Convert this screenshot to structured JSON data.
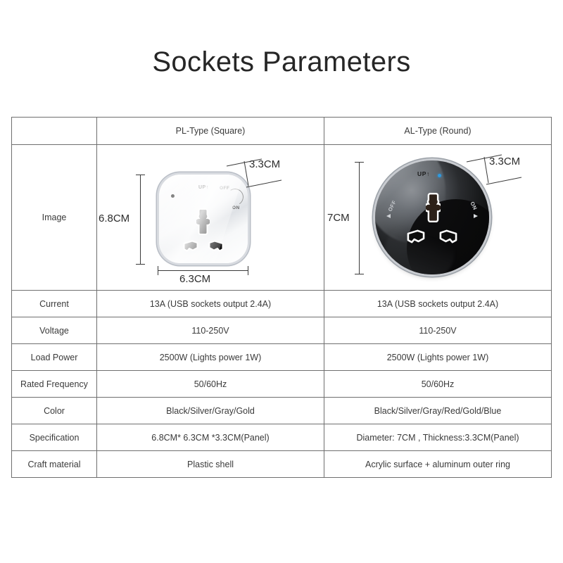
{
  "page": {
    "title": "Sockets Parameters",
    "background_color": "#ffffff",
    "text_color": "#333333"
  },
  "table": {
    "header": {
      "label_col": "",
      "pl_col": "PL-Type (Square)",
      "al_col": "AL-Type (Round)"
    },
    "rows": [
      {
        "label": "Image",
        "pl": "",
        "al": ""
      },
      {
        "label": "Current",
        "pl": "13A (USB sockets output 2.4A)",
        "al": "13A (USB sockets output 2.4A)"
      },
      {
        "label": "Voltage",
        "pl": "110-250V",
        "al": "110-250V"
      },
      {
        "label": "Load Power",
        "pl": "2500W (Lights power 1W)",
        "al": "2500W (Lights power 1W)"
      },
      {
        "label": "Rated Frequency",
        "pl": "50/60Hz",
        "al": "50/60Hz"
      },
      {
        "label": "Color",
        "pl": "Black/Silver/Gray/Gold",
        "al": "Black/Silver/Gray/Red/Gold/Blue"
      },
      {
        "label": "Specification",
        "pl": "6.8CM* 6.3CM *3.3CM(Panel)",
        "al": "Diameter: 7CM  , Thickness:3.3CM(Panel)"
      },
      {
        "label": "Craft material",
        "pl": "Plastic shell",
        "al": "Acrylic surface + aluminum outer ring"
      }
    ]
  },
  "pl_product": {
    "shape": "square",
    "body_color": "#f4f5f7",
    "bezel_color": "#b9bec6",
    "led_color": "#2b2b2b",
    "labels": {
      "up": "UP↑",
      "off": "OFF",
      "on": "ON"
    },
    "dimensions": {
      "height": "6.8CM",
      "width": "6.3CM",
      "depth": "3.3CM"
    }
  },
  "al_product": {
    "shape": "round",
    "body_color": "#0a0a0b",
    "ring_color": "#9aa0a7",
    "led_color": "#2e9ae0",
    "labels": {
      "up": "UP↑",
      "off": "OFF",
      "on": "ON"
    },
    "dimensions": {
      "diameter": "7CM",
      "depth": "3.3CM"
    }
  }
}
